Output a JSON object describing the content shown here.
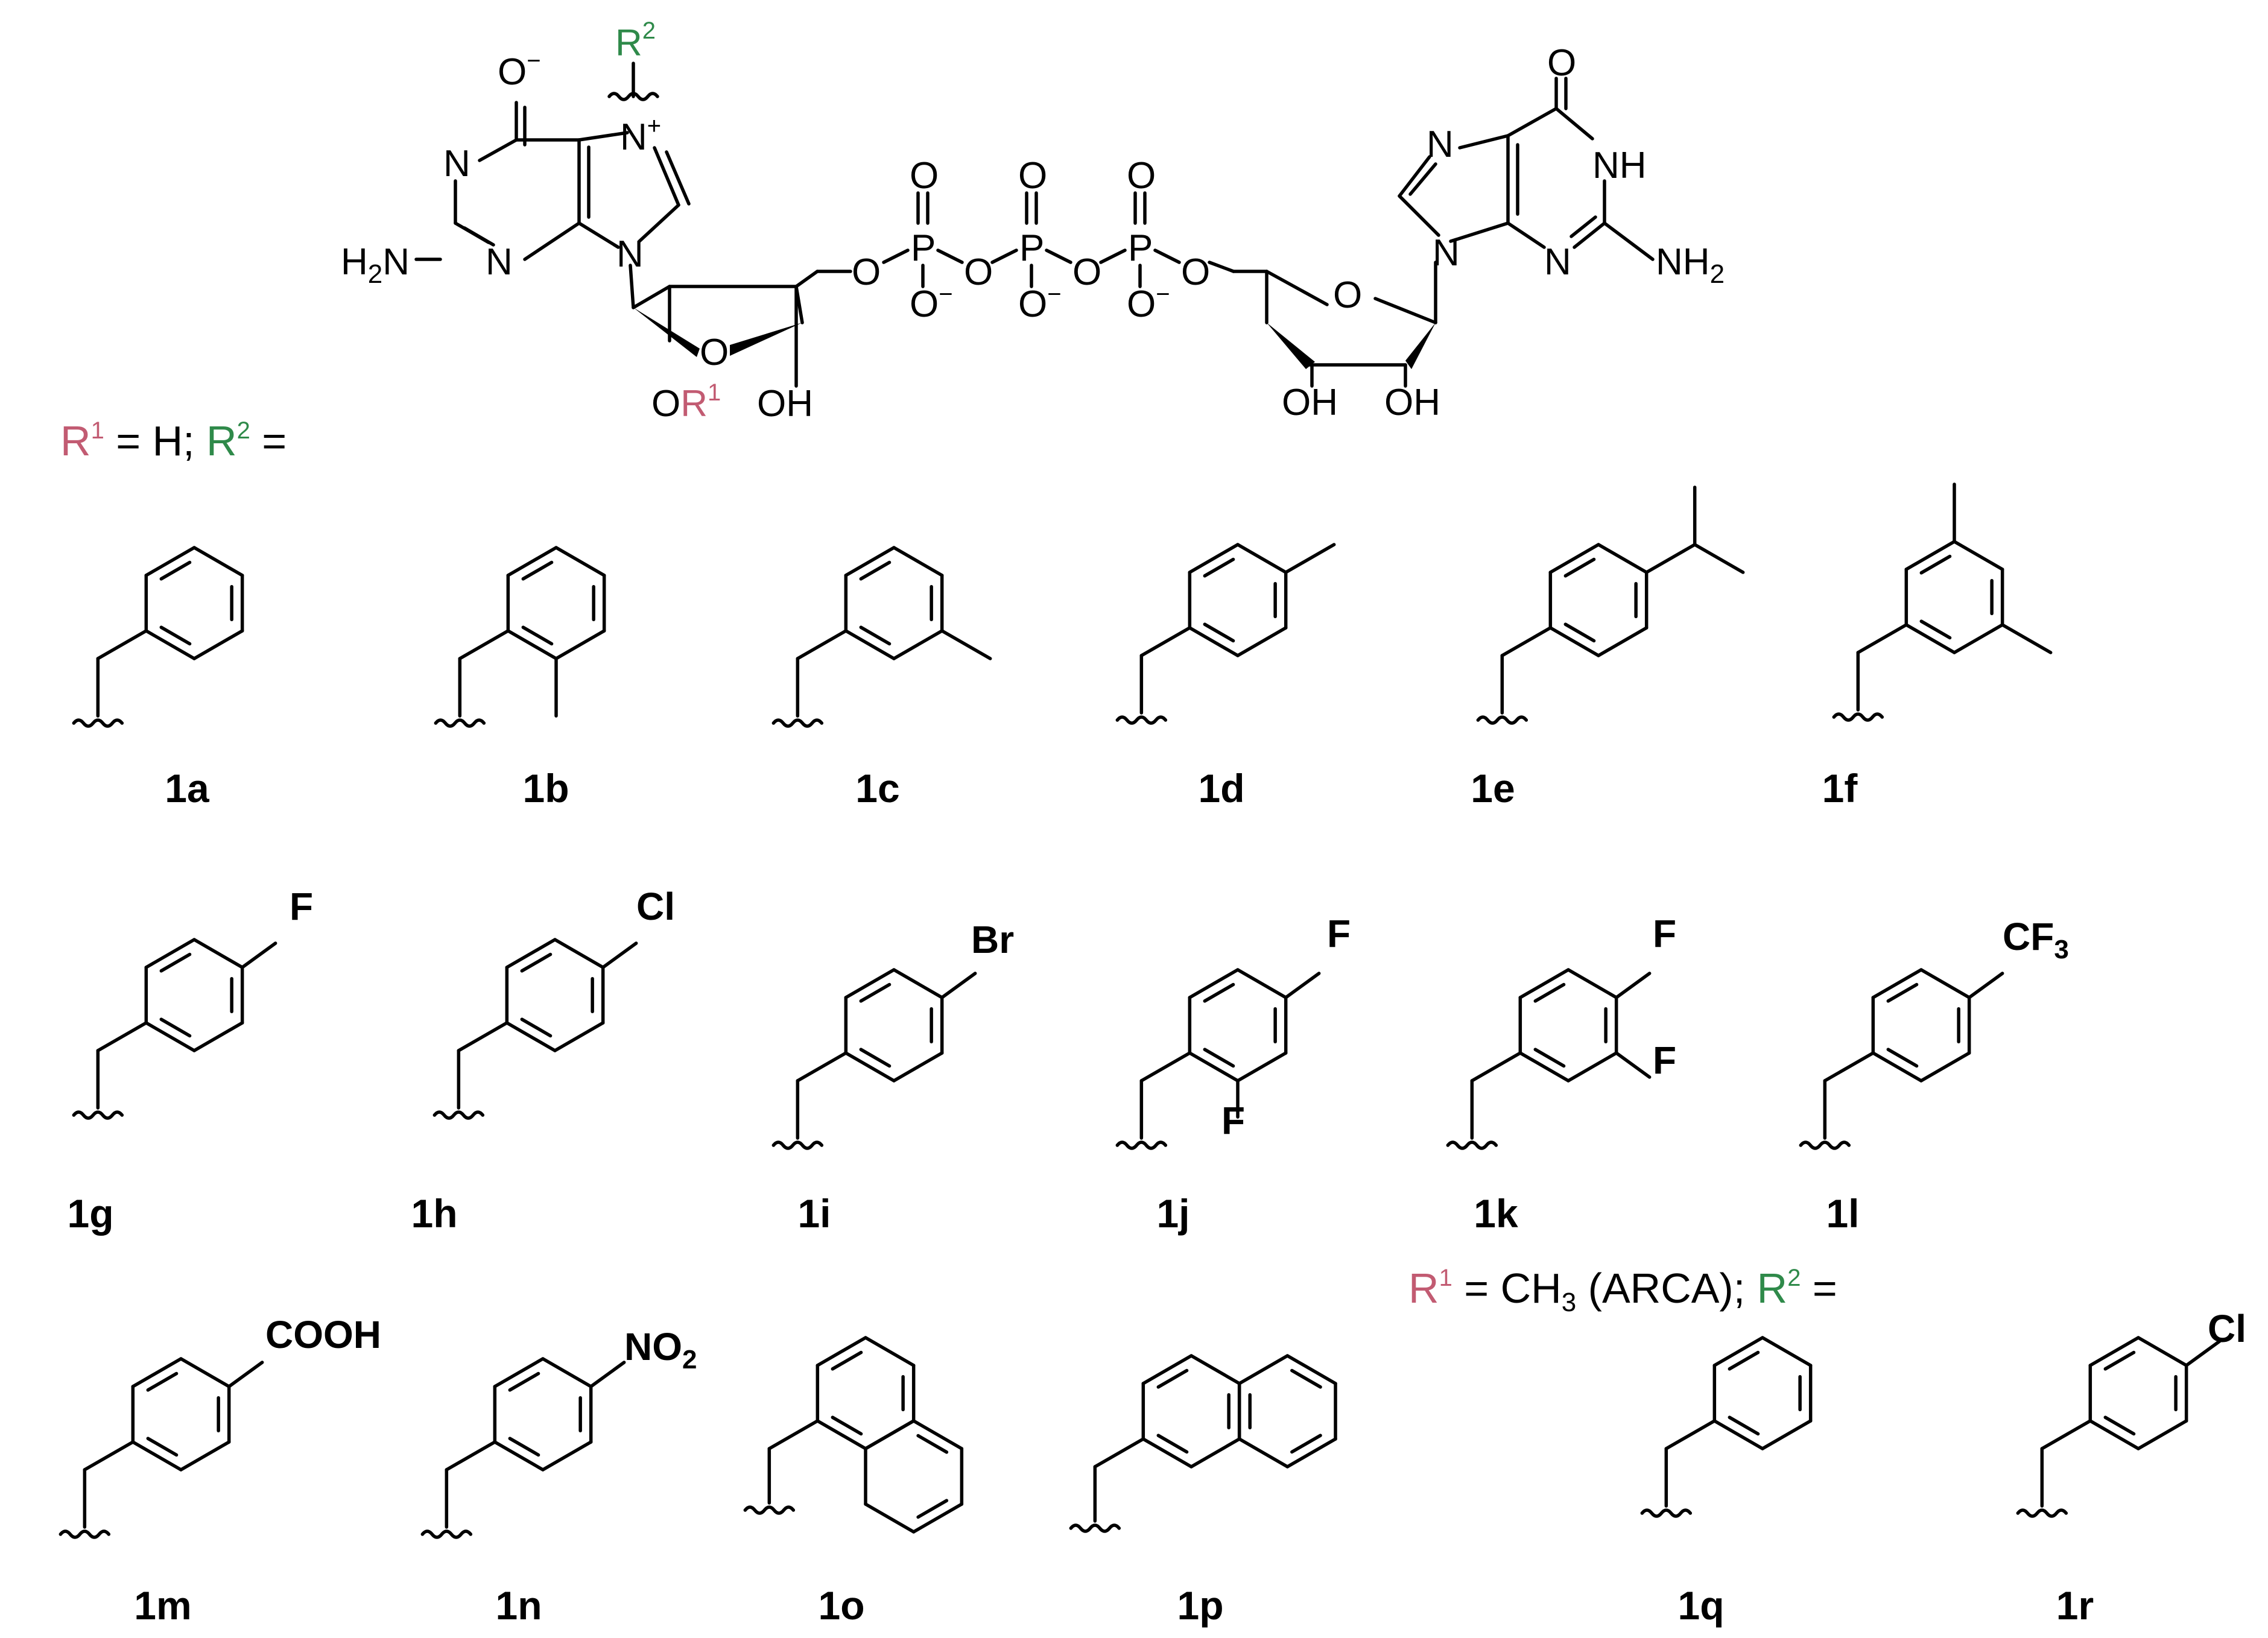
{
  "core": {
    "o_minus": "O",
    "charge_minus": "−",
    "n_plus": "N",
    "charge_plus": "+",
    "r2": "R",
    "r2_sup": "2",
    "n": "N",
    "h2n_h": "H",
    "h2n_2": "2",
    "h2n_n": "N",
    "o_ring": "O",
    "or1_o": "O",
    "or1_r": "R",
    "or1_sup": "1",
    "oh": "OH",
    "p": "P",
    "o": "O",
    "nh": "NH",
    "nh2_nh": "NH",
    "nh2_2": "2"
  },
  "legend_top": {
    "r1": "R",
    "r1_sup": "1",
    "eq_h": " = H; ",
    "r2": "R",
    "r2_sup": "2",
    "eq": " ="
  },
  "legend_arca": {
    "r1": "R",
    "r1_sup": "1",
    "eq_ch": " = CH",
    "ch_sub": "3",
    "arca": " (ARCA); ",
    "r2": "R",
    "r2_sup": "2",
    "eq": " ="
  },
  "substituents": {
    "F": "F",
    "Cl": "Cl",
    "Br": "Br",
    "CF": "CF",
    "CF_sub": "3",
    "COOH": "COOH",
    "NO": "NO",
    "NO_sub": "2"
  },
  "compounds": [
    "1a",
    "1b",
    "1c",
    "1d",
    "1e",
    "1f",
    "1g",
    "1h",
    "1i",
    "1j",
    "1k",
    "1l",
    "1m",
    "1n",
    "1o",
    "1p",
    "1q",
    "1r"
  ],
  "colors": {
    "r1": "#c25b72",
    "r2": "#2f8a4a",
    "ink": "#000000"
  }
}
